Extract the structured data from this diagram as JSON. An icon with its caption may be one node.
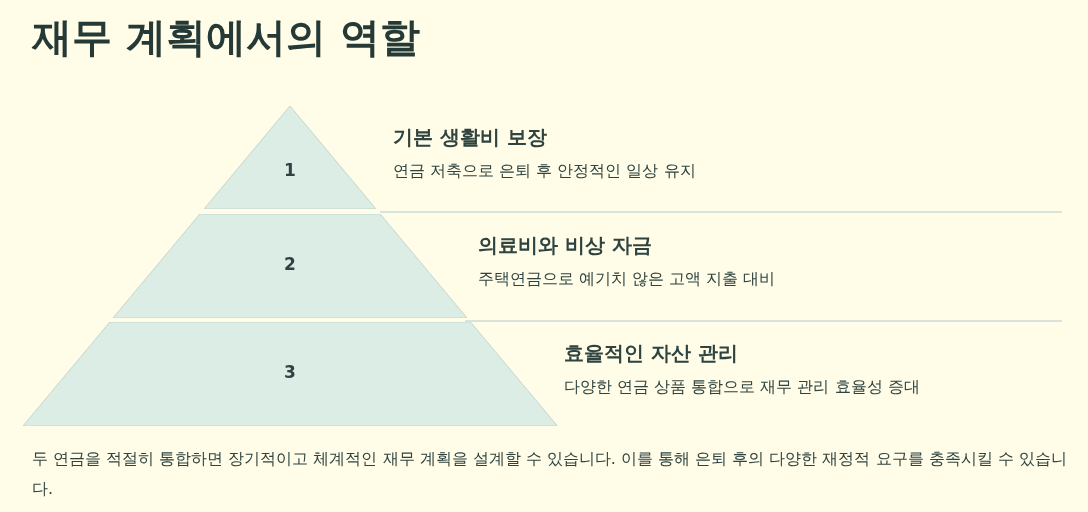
{
  "diagram": {
    "title": "재무 계획에서의 역할",
    "nodes": [
      {
        "text": [
          "1"
        ],
        "beside": [
          "기본 생활비 보장",
          "연금 저축으로 은퇴 후 안정적인 일상 유지"
        ]
      },
      {
        "text": [
          "2"
        ],
        "beside": [
          "의료비와 비상 자금",
          "주택연금으로 예기치 않은 고액 지출 대비"
        ]
      },
      {
        "text": [
          "3"
        ],
        "beside": [
          "효율적인 자산 관리",
          "다양한 연금 상품 통합으로 재무 관리 효율성 증대"
        ]
      }
    ],
    "caption": "두 연금을 적절히 통합하면 장기적이고 체계적인 재무 계획을 설계할 수 있습니다. 이를 통해 은퇴 후의 다양한 재정적 요구를 충족시킬 수 있습니다."
  }
}
